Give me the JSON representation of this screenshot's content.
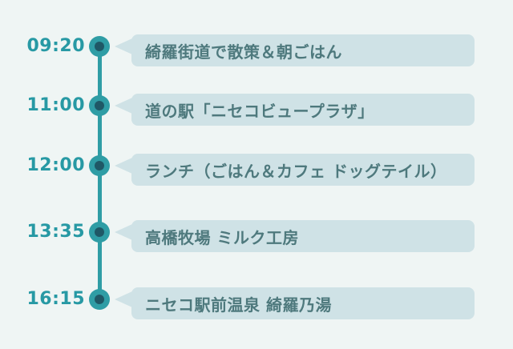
{
  "timeline": {
    "colors": {
      "page_bg": "#eff5f4",
      "line_color": "#2f9da5",
      "dot_outer_color": "#2f9da5",
      "dot_inner_color": "#1f5866",
      "time_color": "#2799a4",
      "bubble_bg": "#cfe2e6",
      "bubble_text_color": "#4e797d"
    },
    "items": [
      {
        "time": "09:20",
        "label": "綺羅街道で散策＆朝ごはん"
      },
      {
        "time": "11:00",
        "label": "道の駅「ニセコビュープラザ」"
      },
      {
        "time": "12:00",
        "label": "ランチ（ごはん＆カフェ ドッグテイル）"
      },
      {
        "time": "13:35",
        "label": "高橋牧場 ミルク工房"
      },
      {
        "time": "16:15",
        "label": "ニセコ駅前温泉 綺羅乃湯"
      }
    ]
  }
}
